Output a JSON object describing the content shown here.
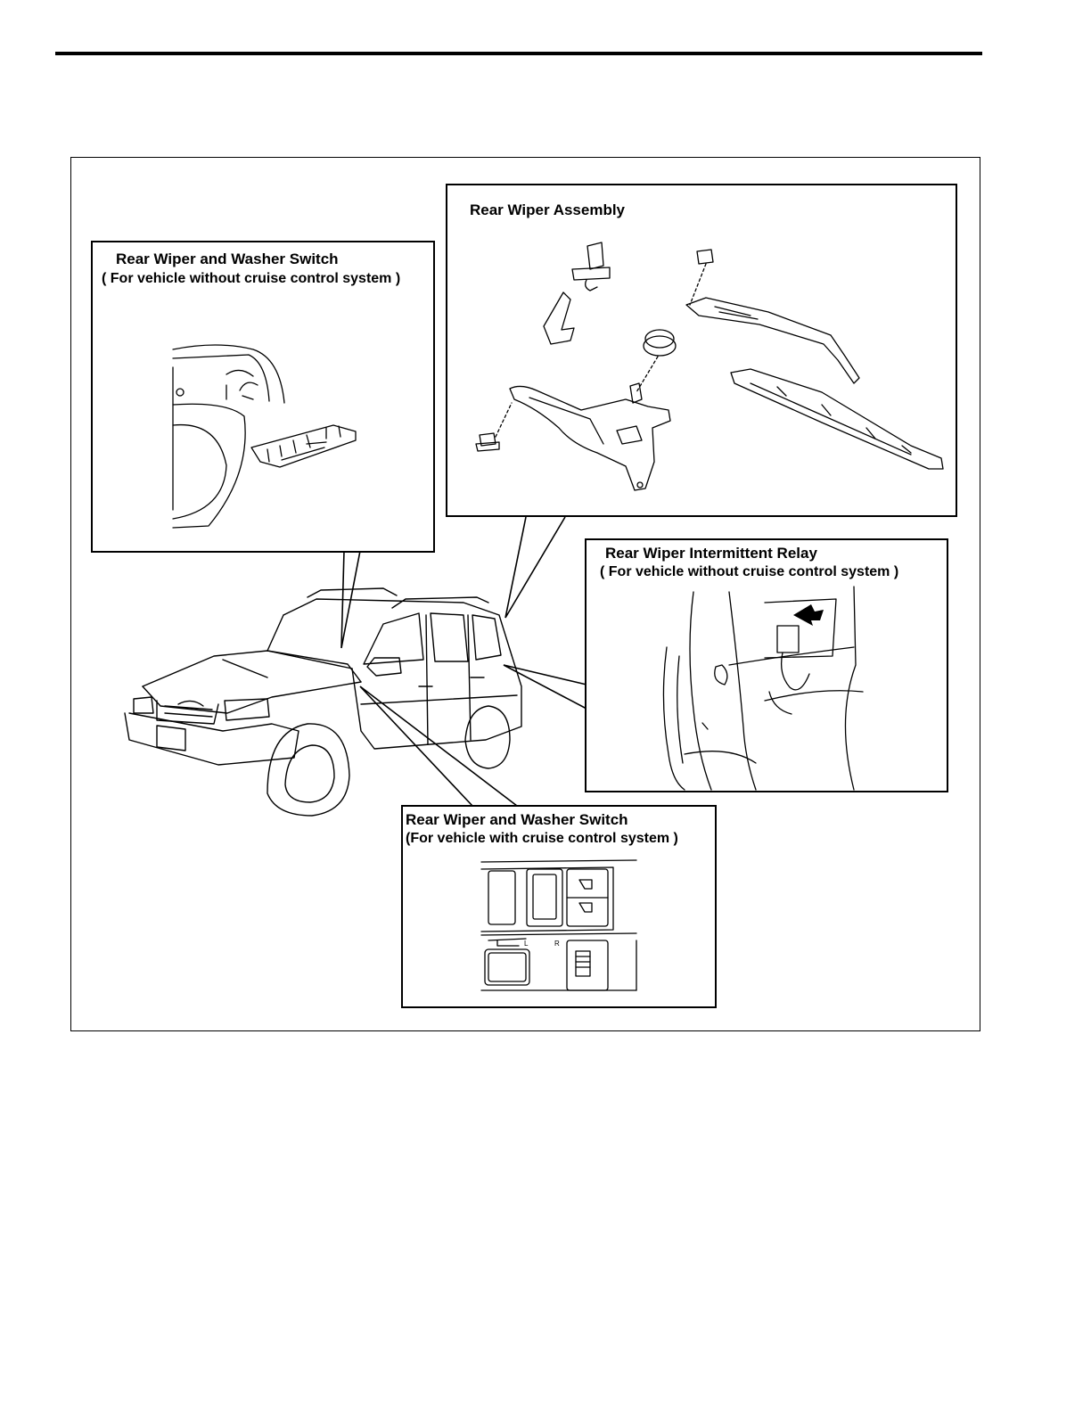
{
  "callouts": {
    "switch_no_cruise": {
      "title": "Rear Wiper and Washer Switch",
      "subtitle": "( For vehicle without cruise control system )"
    },
    "wiper_assembly": {
      "title": "Rear Wiper Assembly"
    },
    "intermittent_relay": {
      "title": "Rear Wiper Intermittent Relay",
      "subtitle": "( For vehicle without cruise control system )"
    },
    "switch_cruise": {
      "title": "Rear Wiper and Washer Switch",
      "subtitle": "(For vehicle with cruise control system )"
    }
  }
}
